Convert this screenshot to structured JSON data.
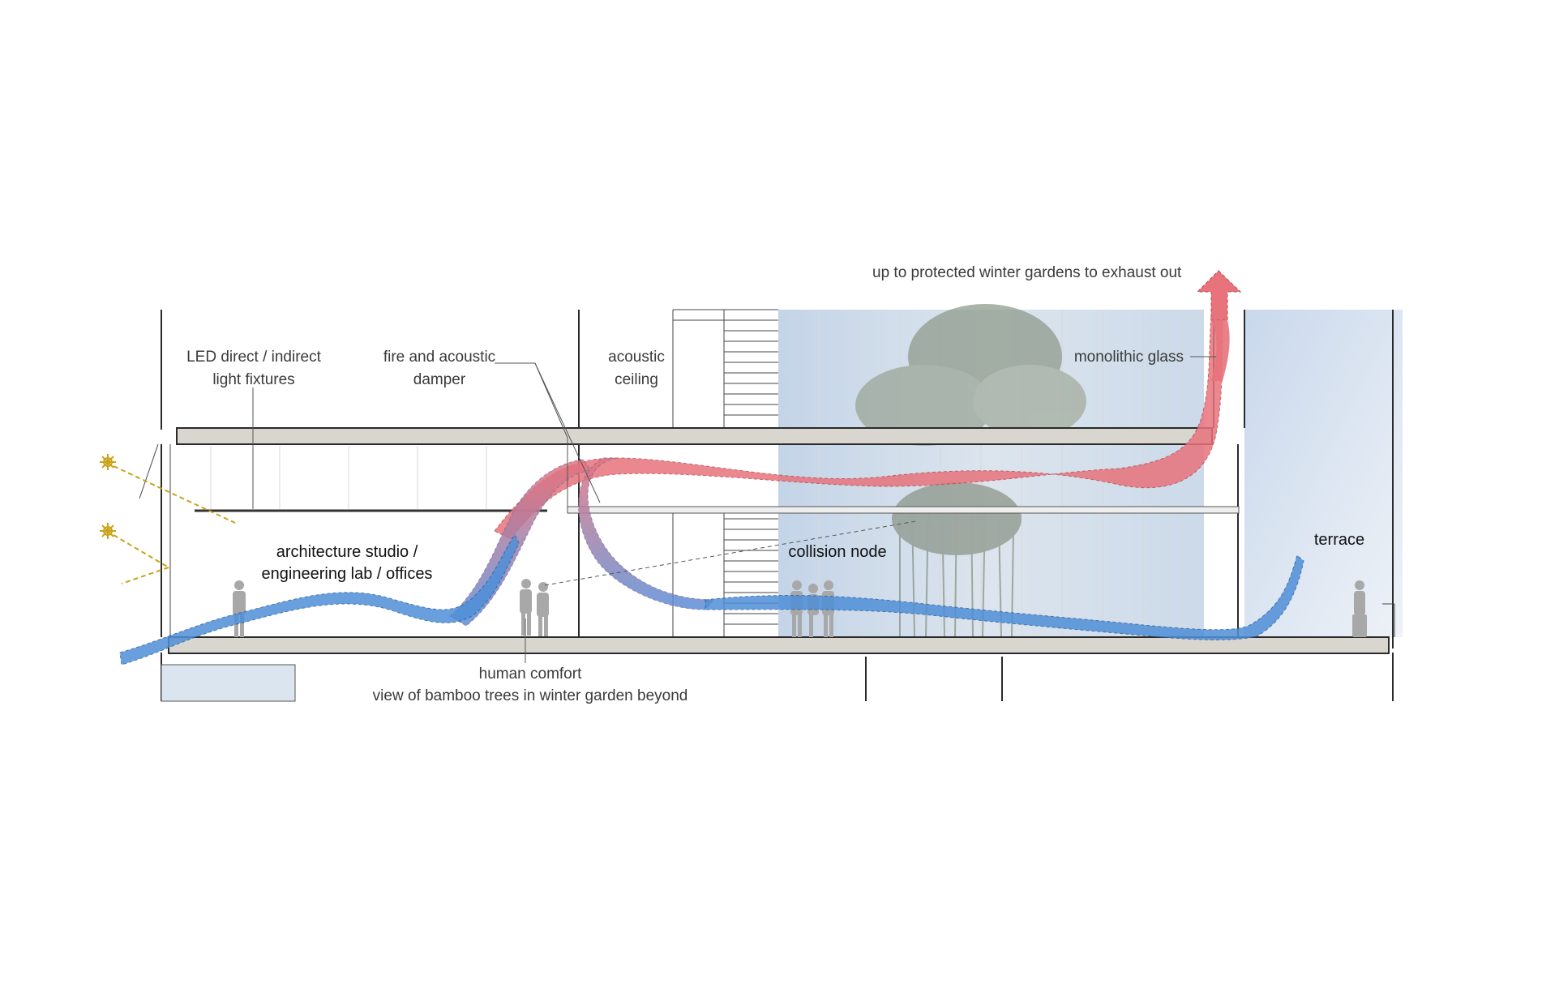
{
  "labels": {
    "exhaust": "up to protected winter gardens to exhaust out",
    "led_line1": "LED direct / indirect",
    "led_line2": "light fixtures",
    "damper_line1": "fire and acoustic",
    "damper_line2": "damper",
    "acoustic_line1": "acoustic",
    "acoustic_line2": "ceiling",
    "glass": "monolithic glass",
    "studio_line1": "architecture studio /",
    "studio_line2": "engineering lab / offices",
    "collision": "collision node",
    "terrace": "terrace",
    "comfort_line1": "human comfort",
    "comfort_line2": "view of bamboo trees in winter garden beyond"
  },
  "colors": {
    "warm_air": "#e8737c",
    "cool_air": "#4f8fd8",
    "slab": "#d9d6d0",
    "sunlight": "#c9a41a",
    "winter_garden_glass": "#c8d8ea"
  },
  "icons": [
    "sun-icon",
    "exhaust-arrow-icon"
  ]
}
